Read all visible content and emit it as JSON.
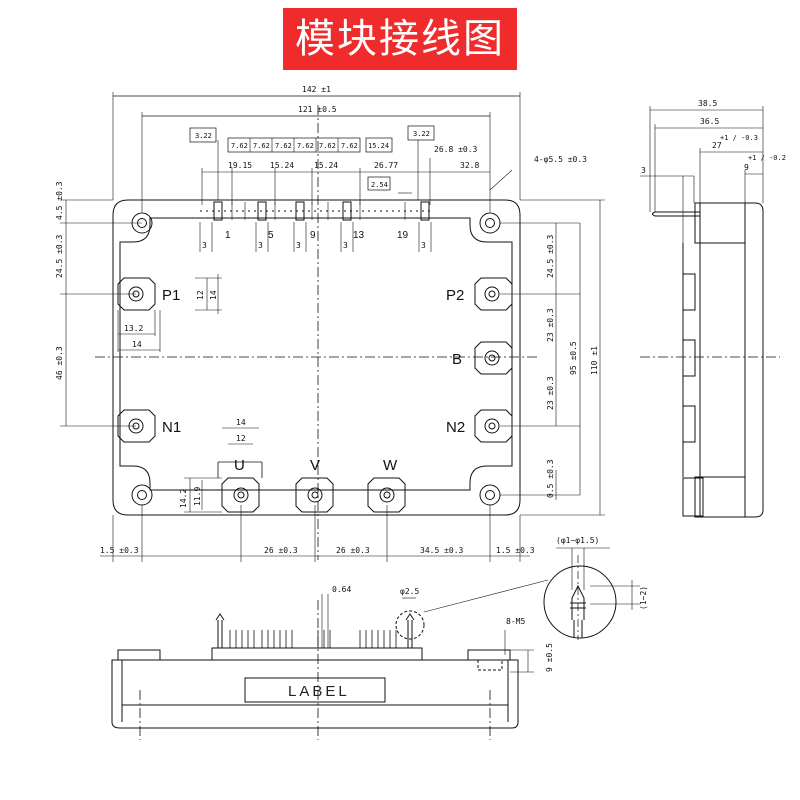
{
  "title": "模块接线图",
  "terminals": {
    "p1": "P1",
    "p2": "P2",
    "n1": "N1",
    "n2": "N2",
    "b": "B",
    "u": "U",
    "v": "V",
    "w": "W"
  },
  "pins": {
    "p1": "1",
    "p5": "5",
    "p9": "9",
    "p13": "13",
    "p19": "19"
  },
  "label_text": "LABEL",
  "dims_top": {
    "d142": "142 ±1",
    "d121": "121 ±0.5",
    "d322a": "3.22",
    "d322b": "3.22",
    "p762": [
      "7.62",
      "7.62",
      "7.62",
      "7.62",
      "7.62",
      "7.62"
    ],
    "d1524box": "15.24",
    "d1915": "19.15",
    "d1524a": "15.24",
    "d1524b": "15.24",
    "d2677": "26.77",
    "d268": "26.8 ±0.3",
    "d328": "32.8",
    "d254": "2.54",
    "hole": "4-φ5.5 ±0.3"
  },
  "dims_left": {
    "d45": "4.5 ±0.3",
    "d245": "24.5 ±0.3",
    "d46": "46 ±0.3",
    "d12": "12",
    "d14": "14",
    "d132": "13.2",
    "d14b": "14"
  },
  "dims_right": {
    "d245": "24.5 ±0.3",
    "d23a": "23 ±0.3",
    "d23b": "23 ±0.3",
    "d95": "95 ±0.5",
    "d110": "110 ±1",
    "d05": "0.5 ±0.3"
  },
  "dims_bottom": {
    "d14": "14",
    "d12": "12",
    "d142": "14.2",
    "d119": "11.9",
    "d15a": "1.5 ±0.3",
    "d26a": "26 ±0.3",
    "d26b": "26 ±0.3",
    "d345": "34.5 ±0.3",
    "d15b": "1.5 ±0.3"
  },
  "dims_side": {
    "d385": "38.5",
    "d365": "36.5",
    "d27": "27",
    "d27tol": "+1 / -0.3",
    "d9": "9",
    "d9tol": "+1 / -0.2",
    "d3": "3"
  },
  "dims_front": {
    "d064": "0.64",
    "d25": "φ2.5",
    "m5": "8-M5",
    "d9": "9 ±0.5",
    "pin_dia": "(φ1~φ1.5)",
    "pin_len": "(1~2)"
  },
  "colors": {
    "banner": "#ef2b2b",
    "line": "#111111"
  }
}
